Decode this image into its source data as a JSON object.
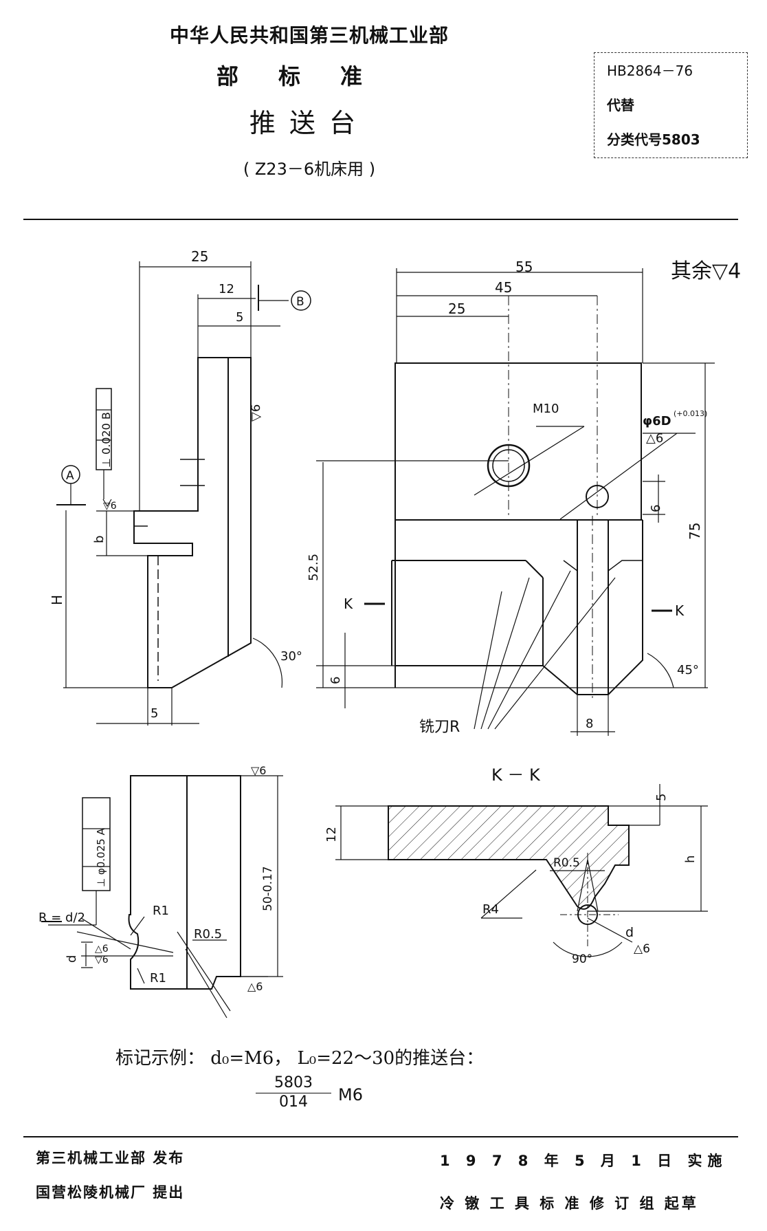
{
  "header": {
    "ministry": "中华人民共和国第三机械工业部",
    "standard_type": "部标准",
    "title": "推送台",
    "subtitle": "( Z23－6机床用 )",
    "standard_no": "HB2864－76",
    "replaces": "代替",
    "class_code": "分类代号5803"
  },
  "drawing": {
    "roughness_note": "其余▽4",
    "dims": {
      "d25a": "25",
      "d12": "12",
      "d5a": "5",
      "d5b": "5",
      "rough6a": "▽6",
      "tol020": "⊥ 0.020 B",
      "datumA": "A",
      "datumB": "B",
      "d_b": "b",
      "d_H": "H",
      "ang30": "30°",
      "d55": "55",
      "d45": "45",
      "d25b": "25",
      "m10": "M10",
      "phi6d": "φ6D",
      "phi6d_tol": "(+0.013)",
      "rough6b": "△6",
      "d6a": "6",
      "d75": "75",
      "d52_5": "52.5",
      "k_left": "K",
      "k_right": "K",
      "ang45": "45°",
      "d6b": "6",
      "d8": "8",
      "knife": "铣刀R",
      "rough6c": "▽6",
      "tol025": "⊥ φ0.025 A",
      "r_eq": "R = d/2",
      "d_d": "d",
      "rough6d": "△6",
      "rough6e": "▽6",
      "r1a": "R1",
      "r1b": "R1",
      "r05a": "R0.5",
      "d50": "50-0.17",
      "rough6f": "△6",
      "kk": "K － K",
      "d5c": "5",
      "d12b": "12",
      "d_h": "h",
      "r05b": "R0.5",
      "r4": "R4",
      "ang90": "90°",
      "d_d2": "d",
      "rough6g": "△6"
    }
  },
  "example": {
    "text": "标记示例： d₀=M6， L₀=22～30的推送台：",
    "frac_top": "5803",
    "frac_bottom": "014",
    "frac_right": "M6"
  },
  "footer": {
    "publisher": "第三机械工业部   发布",
    "proposer": "国营松陵机械厂   提出",
    "implement": "1 9 7 8 年  5 月  1  日 实施",
    "drafter": "冷 镦 工 具 标 准 修 订 组    起草"
  }
}
